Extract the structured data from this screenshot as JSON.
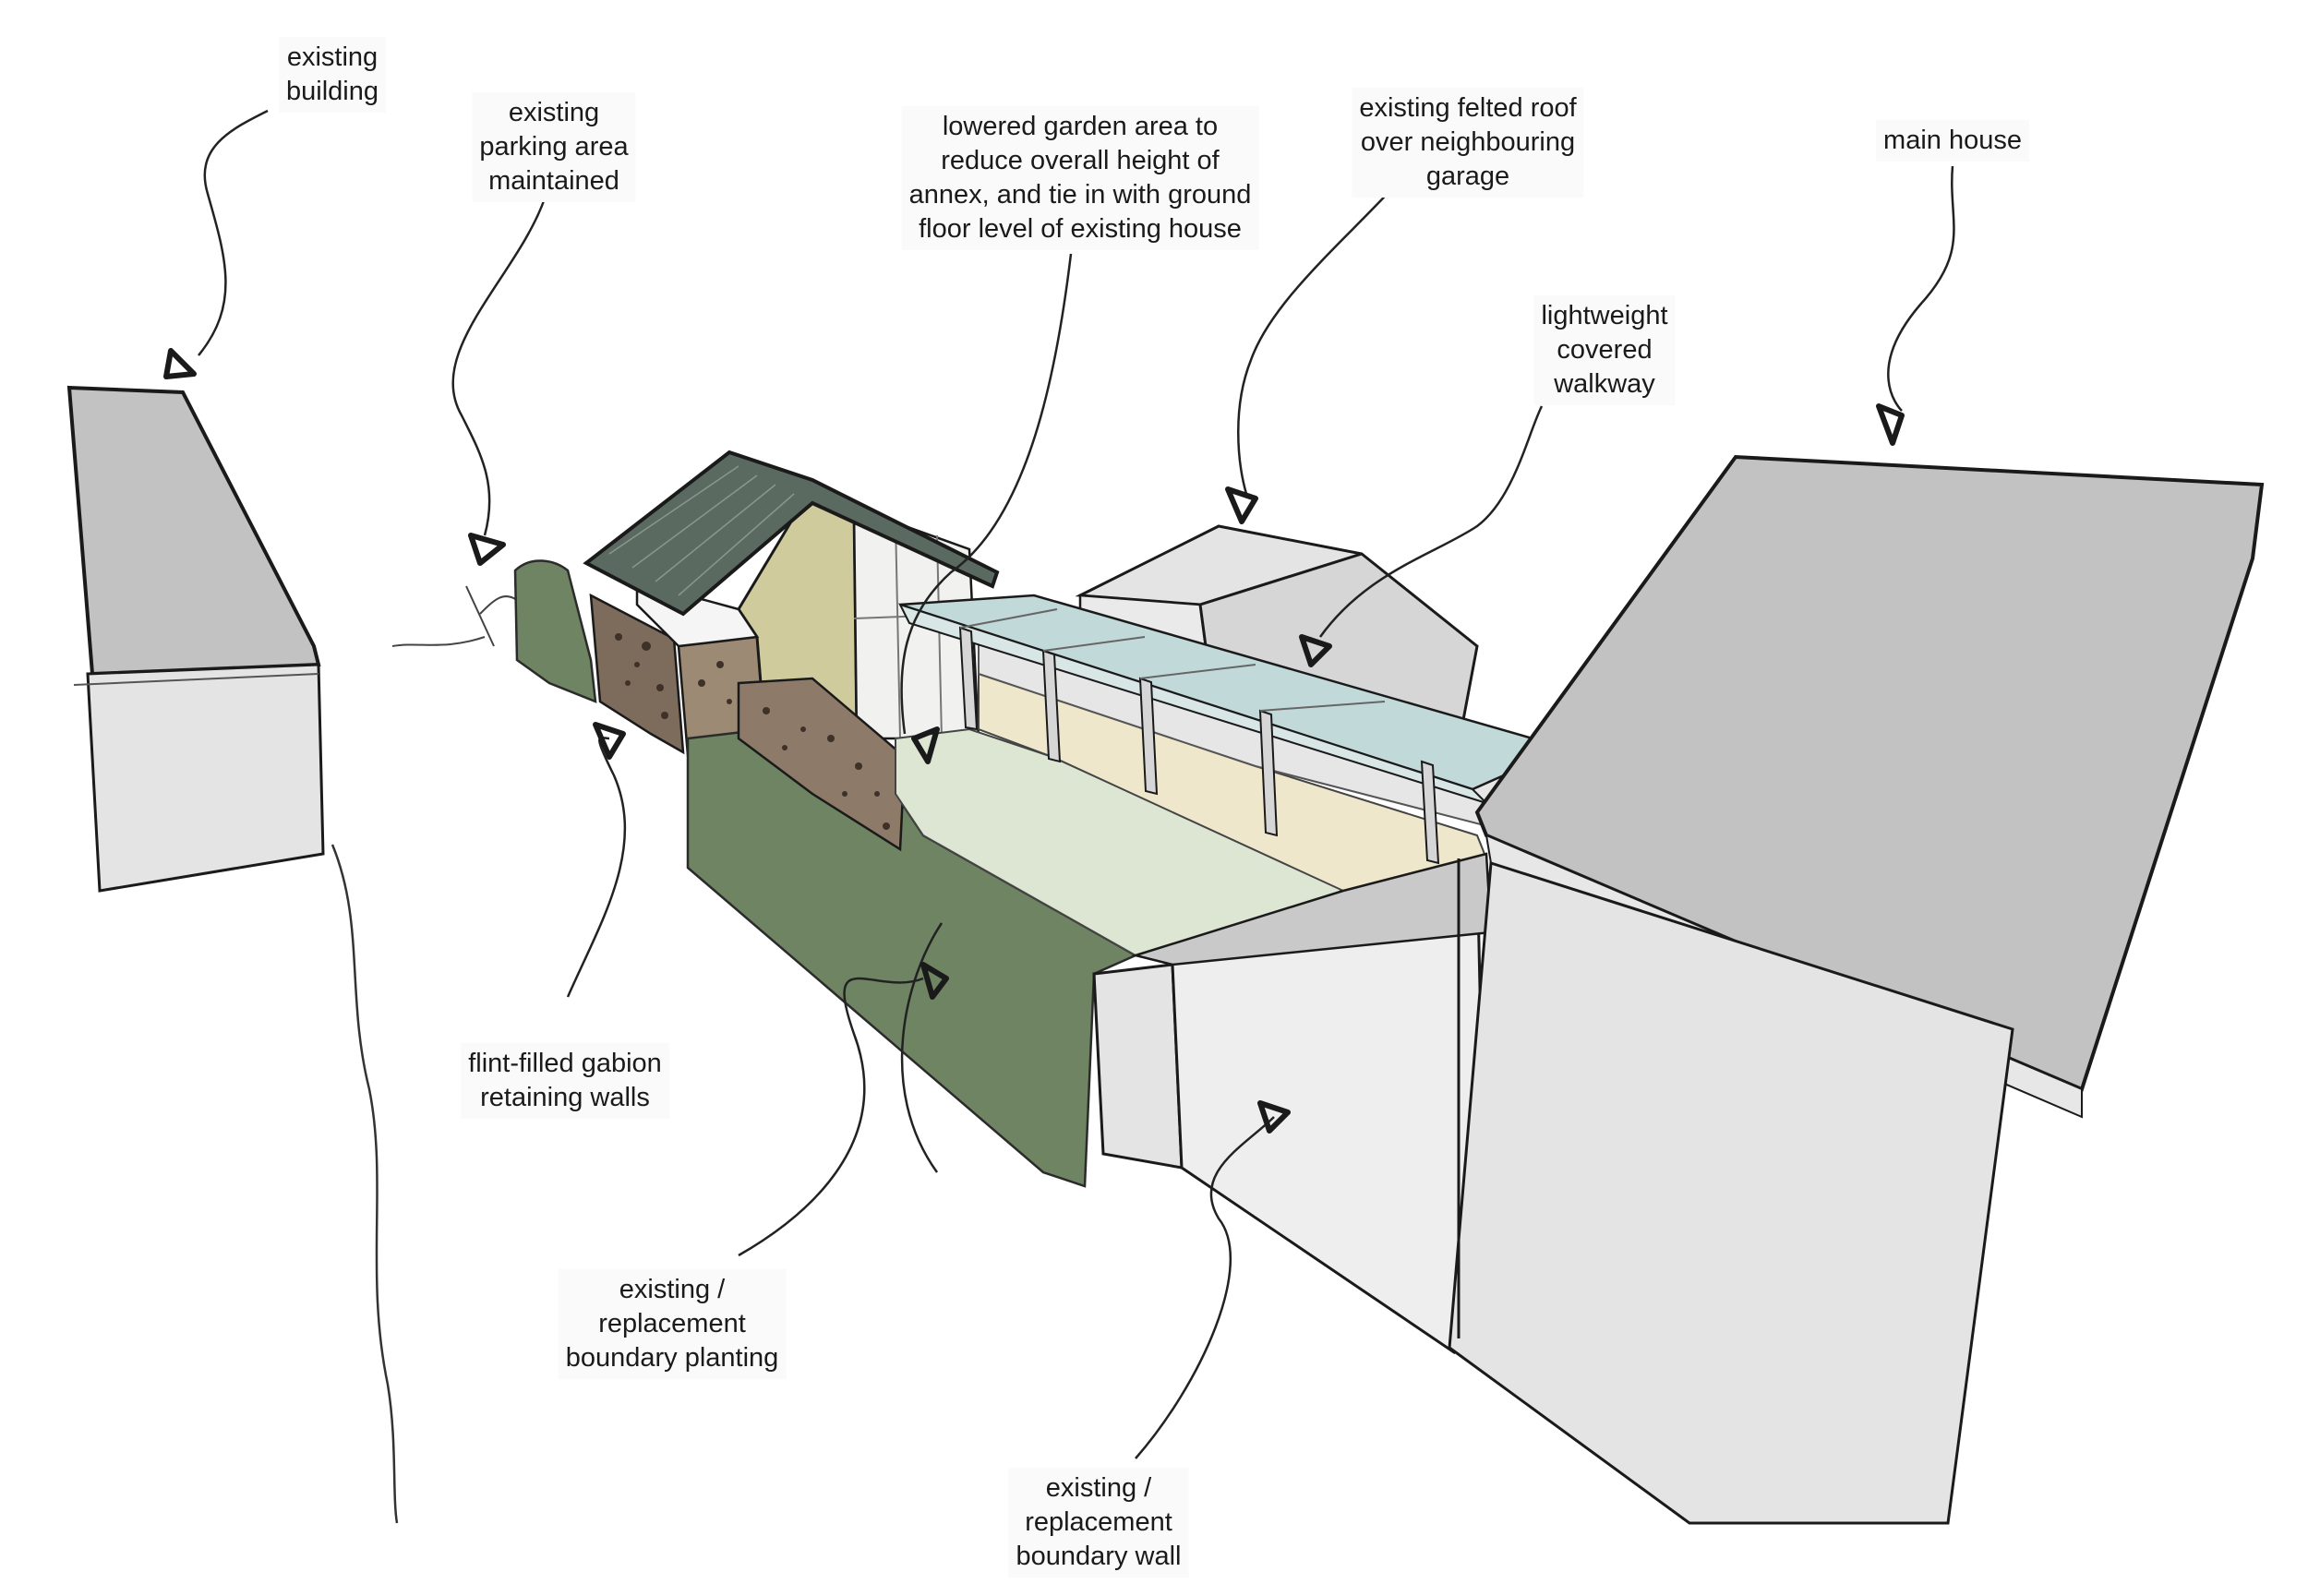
{
  "annotations": [
    {
      "id": "existing-building",
      "lines": [
        "existing",
        "building"
      ]
    },
    {
      "id": "existing-parking",
      "lines": [
        "existing",
        "parking area",
        "maintained"
      ]
    },
    {
      "id": "lowered-garden",
      "lines": [
        "lowered garden area to",
        "reduce overall height of",
        "annex, and tie in with ground",
        "floor level of existing house"
      ]
    },
    {
      "id": "felted-roof",
      "lines": [
        "existing felted roof",
        "over neighbouring",
        "garage"
      ]
    },
    {
      "id": "main-house",
      "lines": [
        "main house"
      ]
    },
    {
      "id": "covered-walkway",
      "lines": [
        "lightweight",
        "covered",
        "walkway"
      ]
    },
    {
      "id": "gabion-walls",
      "lines": [
        "flint-filled gabion",
        "retaining walls"
      ]
    },
    {
      "id": "boundary-planting",
      "lines": [
        "existing /",
        "replacement",
        "boundary planting"
      ]
    },
    {
      "id": "boundary-wall",
      "lines": [
        "existing /",
        "replacement",
        "boundary wall"
      ]
    }
  ],
  "colors": {
    "roof_grey": "#c2c2c2",
    "wall_light_grey": "#e4e4e4",
    "annex_roof": "#5b6a60",
    "annex_wall_yellow": "#d0cb9c",
    "planting_green": "#6e8462",
    "garden_lawn": "#dde6d3",
    "walkway_glass": "#c2d9da",
    "wall_cream": "#eee7cc",
    "gabion_brown": "#7d6b5b",
    "ink": "#1a1a1a"
  }
}
